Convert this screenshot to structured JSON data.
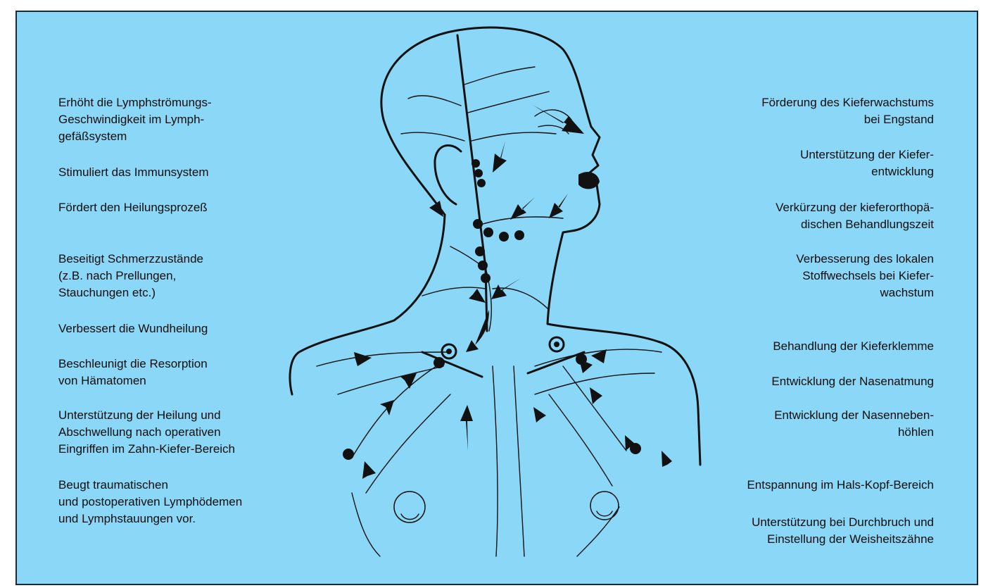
{
  "colors": {
    "background": "#8ad7f7",
    "border": "#1b2a3a",
    "ink": "#111111"
  },
  "left_labels": [
    "Erhöht die Lymphströmungs-\nGeschwindigkeit im Lymph-\ngefäßsystem",
    "Stimuliert das Immunsystem",
    "Fördert den Heilungsprozeß",
    "Beseitigt Schmerzzustände\n(z.B. nach Prellungen,\nStauchungen etc.)",
    "Verbessert die Wundheilung",
    "Beschleunigt die Resorption\nvon Hämatomen",
    "Unterstützung der Heilung und\nAbschwellung nach operativen\nEingriffen im Zahn-Kiefer-Bereich",
    "Beugt traumatischen\nund postoperativen Lymphödemen\nund Lymphstauungen vor."
  ],
  "right_labels": [
    "Förderung des Kieferwachstums\nbei Engstand",
    "Unterstützung der Kiefer-\nentwicklung",
    "Verkürzung der kieferorthopä-\ndischen Behandlungszeit",
    "Verbesserung des lokalen\nStoffwechsels bei Kiefer-\nwachstum",
    "Behandlung der Kieferklemme",
    "Entwicklung der Nasenatmung",
    "Entwicklung der Nasenneben-\nhöhlen",
    "Entspannung im Hals-Kopf-Bereich",
    "Unterstützung bei Durchbruch und\nEinstellung der Weisheitszähne"
  ]
}
